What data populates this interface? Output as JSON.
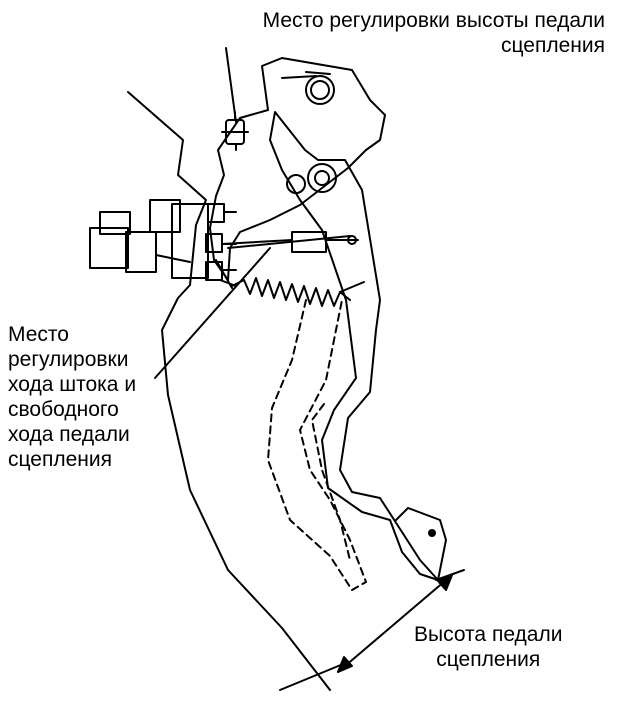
{
  "labels": {
    "height_adjust": [
      "Место регулировки высоты педали",
      "сцепления"
    ],
    "rod_freeplay_adjust": [
      "Место",
      "регулировки",
      "хода штока и",
      "свободного",
      "хода педали",
      "сцепления"
    ],
    "pedal_height": [
      "Высота педали",
      "сцепления"
    ]
  },
  "colors": {
    "ink": "#000000",
    "background": "#ffffff"
  }
}
